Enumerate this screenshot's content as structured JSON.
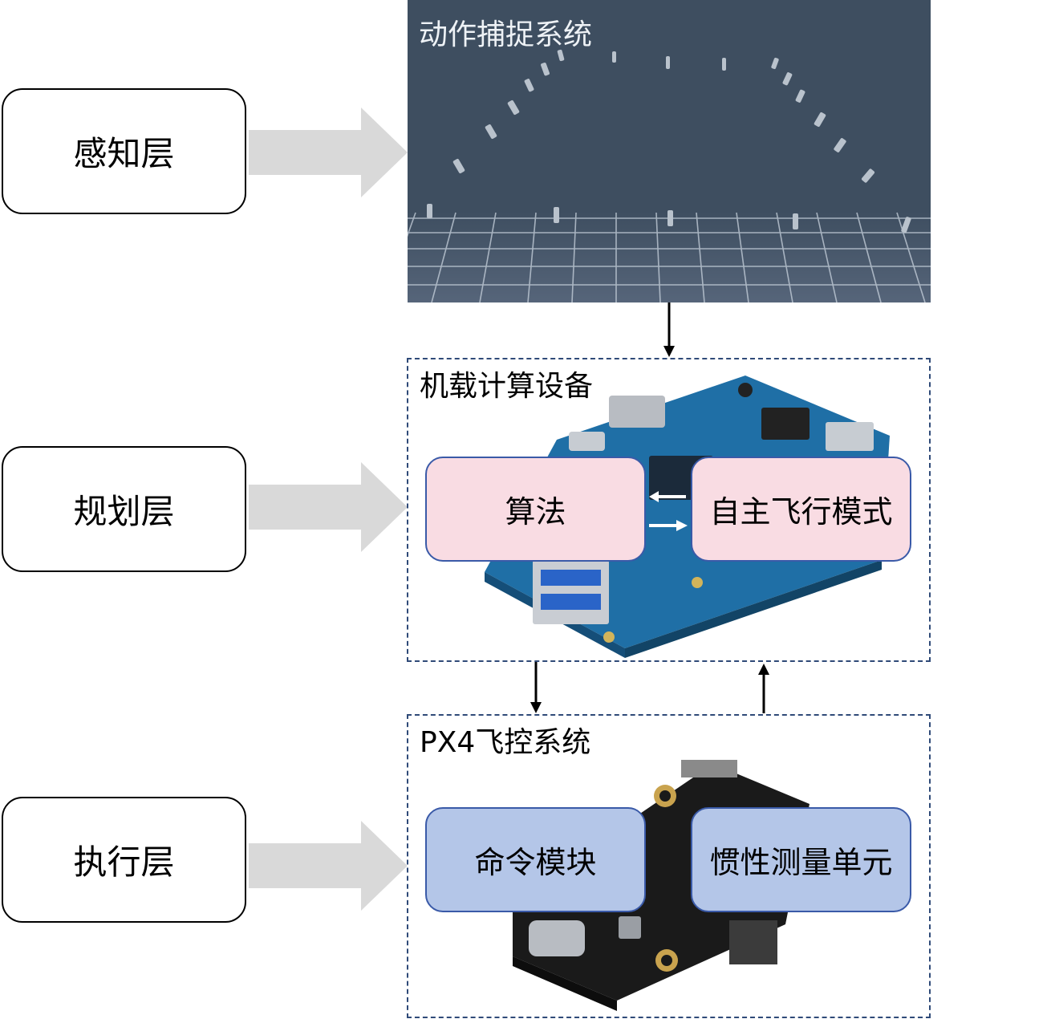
{
  "layers": [
    {
      "label": "感知层"
    },
    {
      "label": "规划层"
    },
    {
      "label": "执行层"
    }
  ],
  "mocap": {
    "title": "动作捕捉系统"
  },
  "onboard": {
    "title": "机载计算设备",
    "modules": [
      {
        "label": "算法"
      },
      {
        "label": "自主飞行模式"
      }
    ]
  },
  "px4": {
    "title": "PX4飞控系统",
    "modules": [
      {
        "label": "命令模块"
      },
      {
        "label": "惯性测量单元"
      }
    ]
  },
  "colors": {
    "layer_border": "#000000",
    "arrow_fill": "#d9d9d9",
    "mocap_bg": "#3e4e60",
    "dash_border": "#2f4a78",
    "pink_module": "#f9dce3",
    "blue_module": "#b4c6e8",
    "module_border": "#3a5aa8"
  }
}
